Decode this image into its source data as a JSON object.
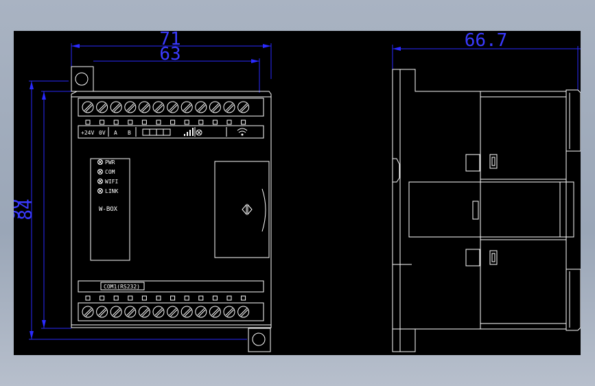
{
  "dimensions": {
    "front_width_outer": "71",
    "front_width_inner": "63",
    "front_height_outer": "90",
    "front_height_inner": "84",
    "side_width": "66.7"
  },
  "labels": {
    "power_24v": "+24V",
    "power_0v": "0V",
    "terminal_a": "A",
    "terminal_b": "B",
    "led_pwr": "PWR",
    "led_com": "COM",
    "led_wifi": "WIFI",
    "led_link": "LINK",
    "device_name": "W-BOX",
    "port_label": "COM1(RS232)"
  },
  "colors": {
    "background": "#000000",
    "outline": "#ffffff",
    "dimension": "#2a2aff",
    "frame": "#a9b3c2"
  },
  "icons": {
    "signal": "signal-bars-icon",
    "wifi": "wifi-icon",
    "ground": "circle-x-icon",
    "latch": "latch-arrows-icon"
  }
}
